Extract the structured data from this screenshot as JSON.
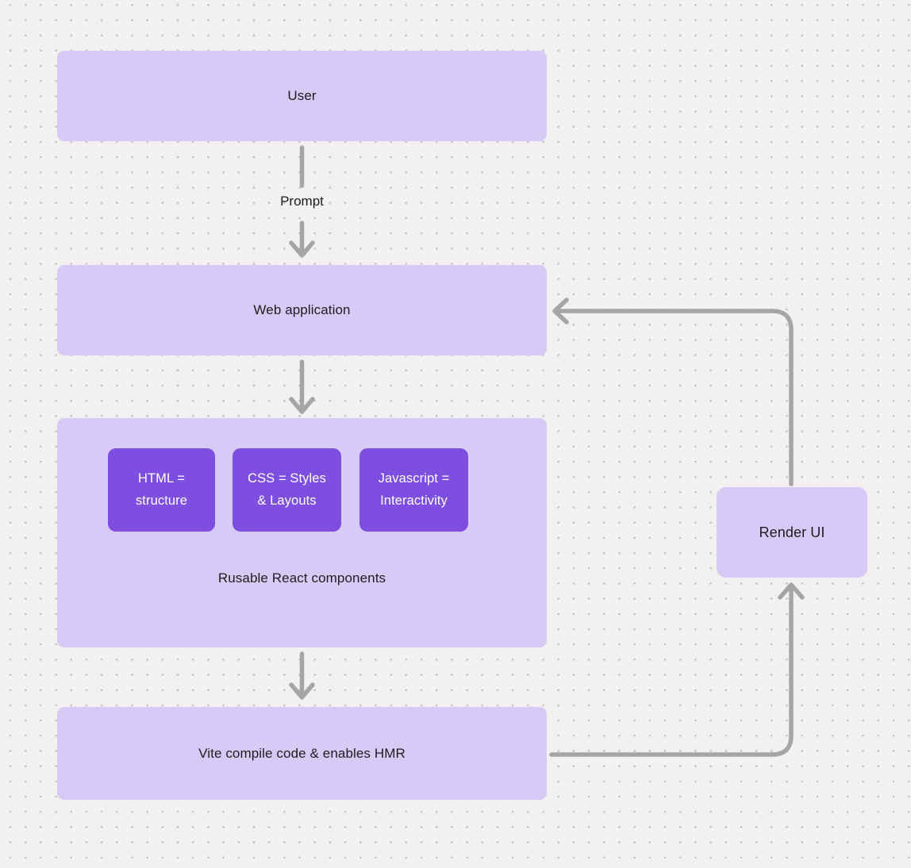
{
  "colors": {
    "background": "#f2f1ef",
    "dot": "#c2c0be",
    "node_fill": "#d8caf6",
    "accent_fill": "#7d4ee0",
    "node_text": "#1d1d1f",
    "accent_text": "#ffffff",
    "connector": "#a7a5a3"
  },
  "nodes": {
    "user": {
      "label": "User"
    },
    "web_application": {
      "label": "Web application"
    },
    "components_group": {
      "children": [
        {
          "label": "HTML = structure"
        },
        {
          "label": "CSS = Styles & Layouts"
        },
        {
          "label": "Javascript = Interactivity"
        }
      ],
      "caption": "Rusable React components"
    },
    "vite": {
      "label": "Vite compile code & enables HMR"
    },
    "render_ui": {
      "label": "Render UI"
    }
  },
  "edges": {
    "prompt_label": "Prompt"
  }
}
